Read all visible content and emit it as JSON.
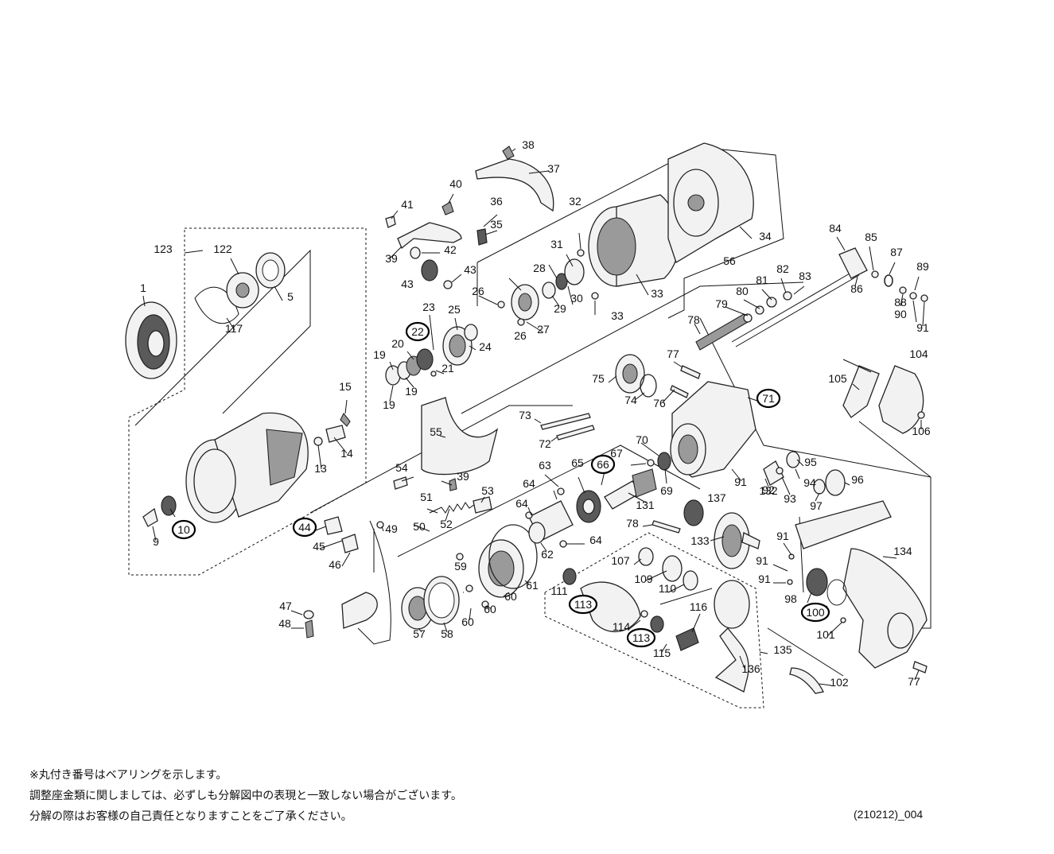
{
  "parts": [
    {
      "text": "1"
    },
    {
      "text": "5"
    },
    {
      "text": "9"
    },
    {
      "text": "10",
      "ringed": true
    },
    {
      "text": "13"
    },
    {
      "text": "14"
    },
    {
      "text": "15"
    },
    {
      "text": "19"
    },
    {
      "text": "19"
    },
    {
      "text": "19"
    },
    {
      "text": "20"
    },
    {
      "text": "21"
    },
    {
      "text": "22",
      "ringed": true
    },
    {
      "text": "23"
    },
    {
      "text": "24"
    },
    {
      "text": "25"
    },
    {
      "text": "26"
    },
    {
      "text": "26"
    },
    {
      "text": "27"
    },
    {
      "text": "28"
    },
    {
      "text": "29"
    },
    {
      "text": "30"
    },
    {
      "text": "31"
    },
    {
      "text": "32"
    },
    {
      "text": "33"
    },
    {
      "text": "33"
    },
    {
      "text": "34"
    },
    {
      "text": "35"
    },
    {
      "text": "36"
    },
    {
      "text": "37"
    },
    {
      "text": "38"
    },
    {
      "text": "39"
    },
    {
      "text": "39"
    },
    {
      "text": "40"
    },
    {
      "text": "41"
    },
    {
      "text": "42"
    },
    {
      "text": "43"
    },
    {
      "text": "43"
    },
    {
      "text": "44",
      "ringed": true
    },
    {
      "text": "45"
    },
    {
      "text": "46"
    },
    {
      "text": "47"
    },
    {
      "text": "48"
    },
    {
      "text": "49"
    },
    {
      "text": "50"
    },
    {
      "text": "51"
    },
    {
      "text": "52"
    },
    {
      "text": "53"
    },
    {
      "text": "54"
    },
    {
      "text": "55"
    },
    {
      "text": "56"
    },
    {
      "text": "57"
    },
    {
      "text": "58"
    },
    {
      "text": "59"
    },
    {
      "text": "60"
    },
    {
      "text": "60"
    },
    {
      "text": "60"
    },
    {
      "text": "61"
    },
    {
      "text": "62"
    },
    {
      "text": "63"
    },
    {
      "text": "64"
    },
    {
      "text": "64"
    },
    {
      "text": "64"
    },
    {
      "text": "65"
    },
    {
      "text": "66",
      "ringed": true
    },
    {
      "text": "67"
    },
    {
      "text": "69"
    },
    {
      "text": "70"
    },
    {
      "text": "71",
      "ringed": true
    },
    {
      "text": "72"
    },
    {
      "text": "73"
    },
    {
      "text": "74"
    },
    {
      "text": "75"
    },
    {
      "text": "76"
    },
    {
      "text": "77"
    },
    {
      "text": "77"
    },
    {
      "text": "78"
    },
    {
      "text": "78"
    },
    {
      "text": "79"
    },
    {
      "text": "80"
    },
    {
      "text": "81"
    },
    {
      "text": "82"
    },
    {
      "text": "83"
    },
    {
      "text": "84"
    },
    {
      "text": "85"
    },
    {
      "text": "86"
    },
    {
      "text": "87"
    },
    {
      "text": "88"
    },
    {
      "text": "89"
    },
    {
      "text": "90"
    },
    {
      "text": "91"
    },
    {
      "text": "91"
    },
    {
      "text": "91"
    },
    {
      "text": "91"
    },
    {
      "text": "91"
    },
    {
      "text": "92"
    },
    {
      "text": "93"
    },
    {
      "text": "94"
    },
    {
      "text": "95"
    },
    {
      "text": "96"
    },
    {
      "text": "97"
    },
    {
      "text": "98"
    },
    {
      "text": "100",
      "ringed": true
    },
    {
      "text": "101"
    },
    {
      "text": "102"
    },
    {
      "text": "104"
    },
    {
      "text": "105"
    },
    {
      "text": "106"
    },
    {
      "text": "107"
    },
    {
      "text": "109"
    },
    {
      "text": "110"
    },
    {
      "text": "111"
    },
    {
      "text": "113",
      "ringed": true
    },
    {
      "text": "113",
      "ringed": true
    },
    {
      "text": "114"
    },
    {
      "text": "115"
    },
    {
      "text": "116"
    },
    {
      "text": "117"
    },
    {
      "text": "122"
    },
    {
      "text": "123"
    },
    {
      "text": "131"
    },
    {
      "text": "132"
    },
    {
      "text": "133"
    },
    {
      "text": "134"
    },
    {
      "text": "135"
    },
    {
      "text": "136"
    },
    {
      "text": "137"
    },
    {
      "text": "22",
      "ringed": true
    }
  ],
  "notes": [
    "※丸付き番号はベアリングを示します。",
    "調整座金類に関しましては、必ずしも分解図中の表現と一致しない場合がございます。",
    "分解の際はお客様の自己責任となりますことをご了承ください。"
  ],
  "diagram_code": "(210212)_004"
}
